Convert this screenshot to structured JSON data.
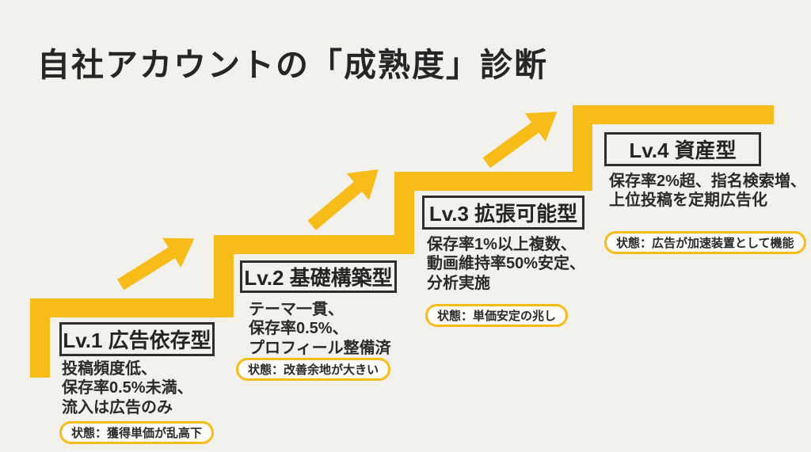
{
  "page": {
    "title": "自社アカウントの「成熟度」診断",
    "background_color": "#F2F1EB",
    "accent_yellow": "#F8BC18",
    "text_color": "#282828"
  },
  "levels": [
    {
      "label": "Lv.1 広告依存型",
      "description": "投稿頻度低、\n保存率0.5%未満、\n流入は広告のみ",
      "status": "状態：獲得単価が乱高下"
    },
    {
      "label": "Lv.2 基礎構築型",
      "description": "テーマ一貫、\n保存率0.5%、\nプロフィール整備済",
      "status": "状態：改善余地が大きい"
    },
    {
      "label": "Lv.3 拡張可能型",
      "description": "保存率1%以上複数、\n動画維持率50%安定、\n分析実施",
      "status": "状態：単価安定の兆し"
    },
    {
      "label": "Lv.4 資産型",
      "description": "保存率2%超、指名検索増、\n上位投稿を定期広告化",
      "status": "状態：広告が加速装置として機能"
    }
  ]
}
